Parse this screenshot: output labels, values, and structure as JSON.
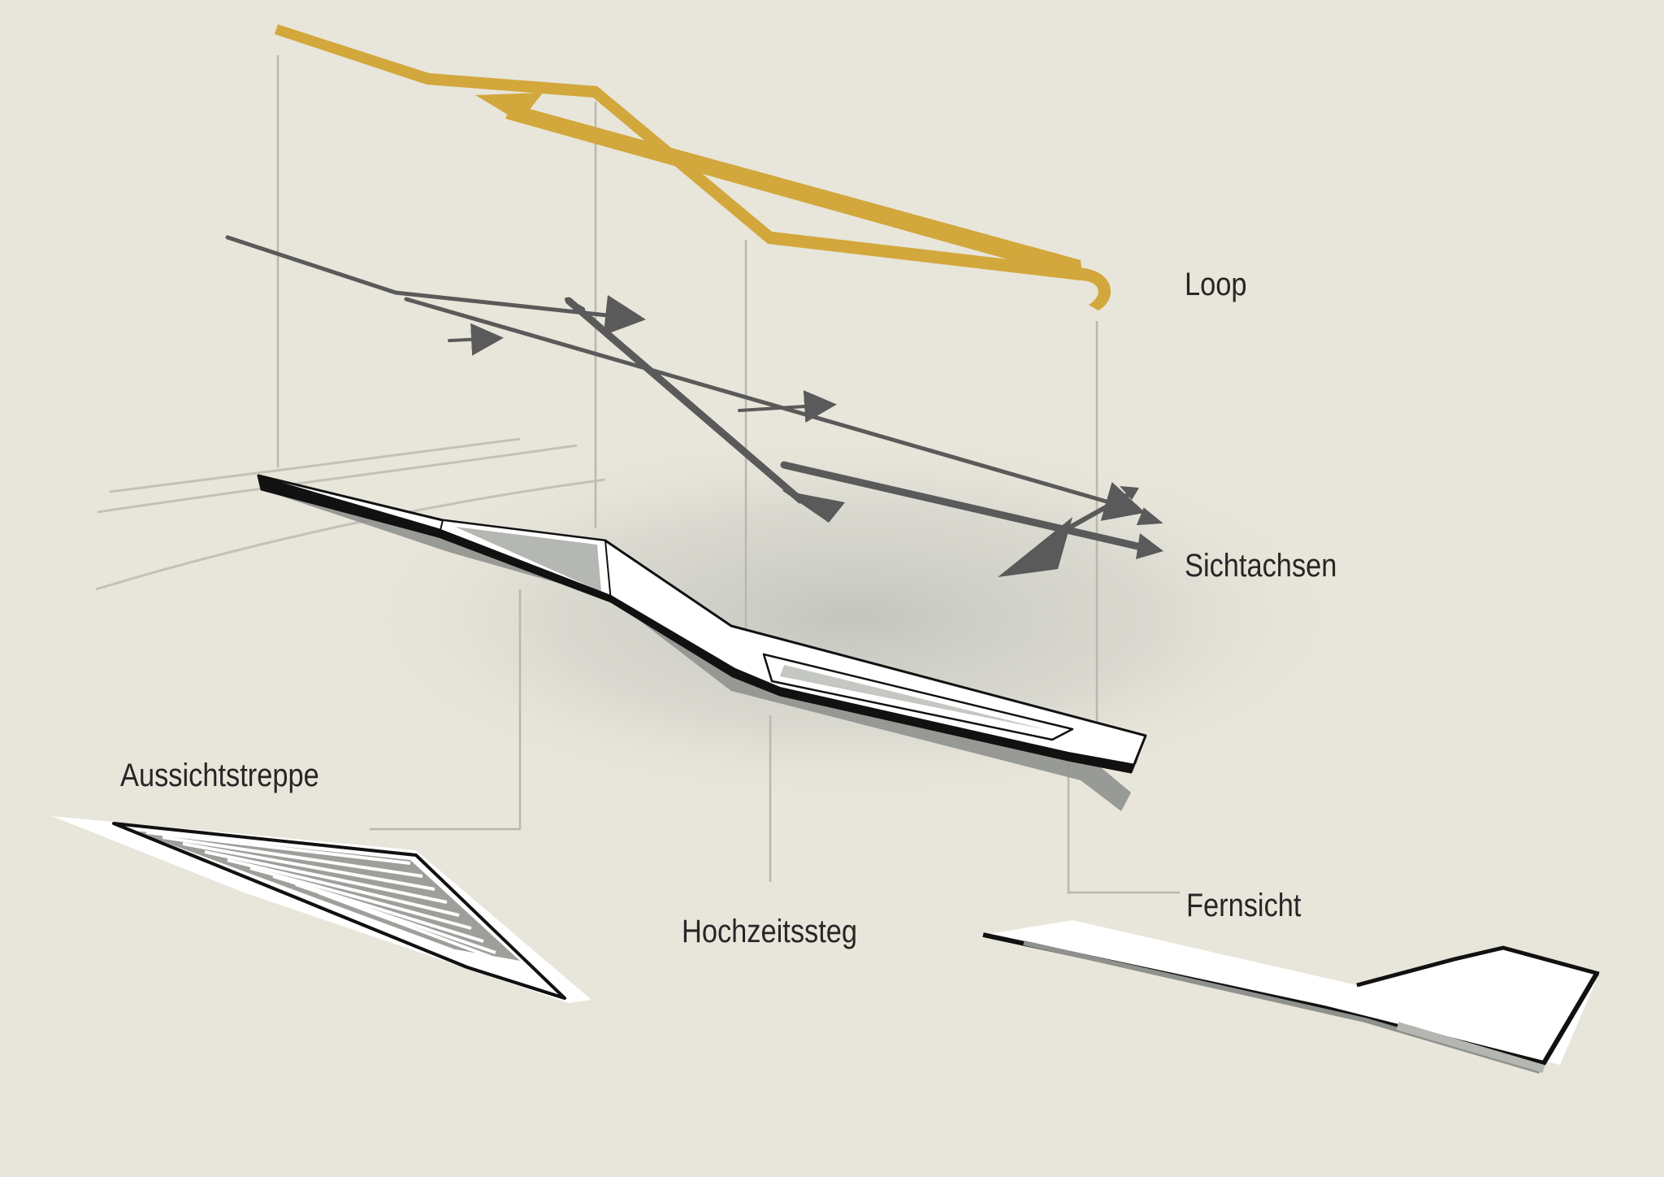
{
  "labels": {
    "loop": "Loop",
    "sichtachsen": "Sichtachsen",
    "aussichtstreppe": "Aussichtstreppe",
    "hochzeitssteg": "Hochzeitssteg",
    "fernsicht": "Fernsicht"
  },
  "colors": {
    "background": "#e8e5da",
    "loop_path": "#d2a73c",
    "sight_axes": "#5a5a5a",
    "platform": "#ffffff",
    "platform_edge": "#111111",
    "shadow": "#9a9c98",
    "guide_lines": "#b9b7ae"
  }
}
